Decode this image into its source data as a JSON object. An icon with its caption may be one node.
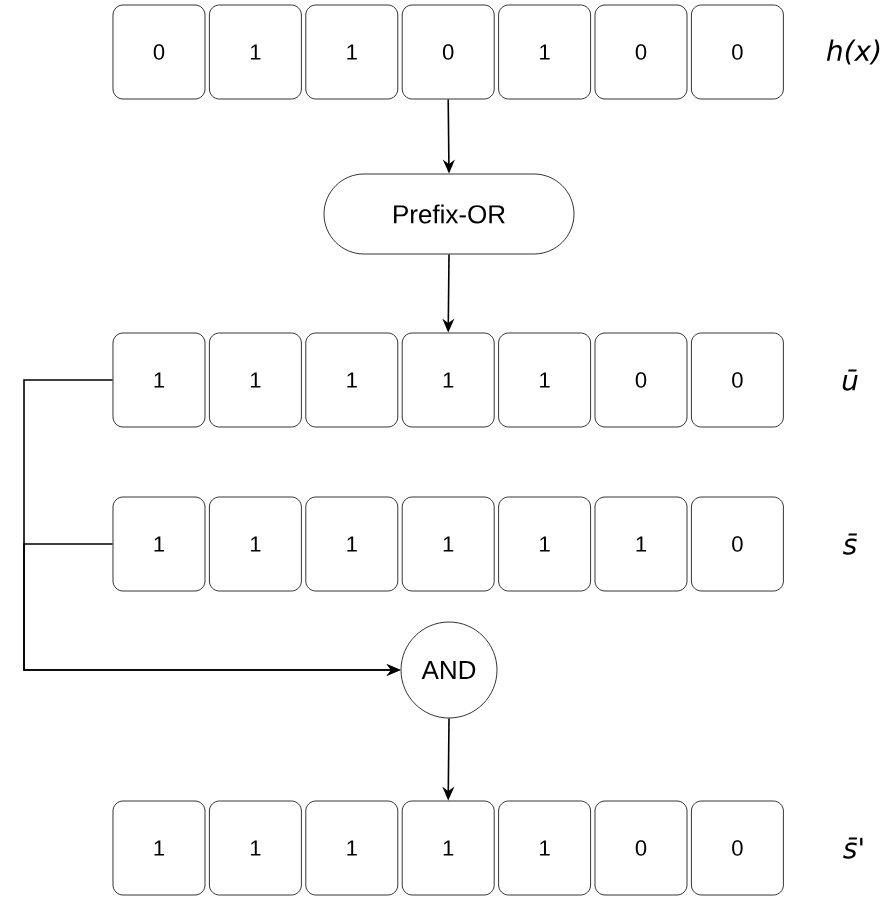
{
  "diagram": {
    "nodes": [
      {
        "text": [
          "0"
        ]
      },
      {
        "text": [
          "1"
        ]
      },
      {
        "text": [
          "1"
        ]
      },
      {
        "text": [
          "0"
        ]
      },
      {
        "text": [
          "1"
        ]
      },
      {
        "text": [
          "0"
        ]
      },
      {
        "text": [
          "0"
        ]
      },
      {
        "text": [
          "Prefix-OR"
        ]
      },
      {
        "text": [
          "1"
        ]
      },
      {
        "text": [
          "1"
        ]
      },
      {
        "text": [
          "1"
        ]
      },
      {
        "text": [
          "1"
        ]
      },
      {
        "text": [
          "1"
        ]
      },
      {
        "text": [
          "0"
        ]
      },
      {
        "text": [
          "0"
        ]
      },
      {
        "text": [
          "1"
        ]
      },
      {
        "text": [
          "1"
        ]
      },
      {
        "text": [
          "1"
        ]
      },
      {
        "text": [
          "1"
        ]
      },
      {
        "text": [
          "1"
        ]
      },
      {
        "text": [
          "1"
        ]
      },
      {
        "text": [
          "0"
        ]
      },
      {
        "text": [
          "AND"
        ]
      },
      {
        "text": [
          "1"
        ]
      },
      {
        "text": [
          "1"
        ]
      },
      {
        "text": [
          "1"
        ]
      },
      {
        "text": [
          "1"
        ]
      },
      {
        "text": [
          "1"
        ]
      },
      {
        "text": [
          "0"
        ]
      },
      {
        "text": [
          "0"
        ]
      }
    ],
    "edges": [
      {
        "from": 3,
        "to": 7,
        "arrow": "to"
      },
      {
        "from": 7,
        "to": 11,
        "arrow": "to"
      },
      {
        "from": 8,
        "to": 22,
        "arrow": "to"
      },
      {
        "from": 15,
        "to": 22,
        "arrow": "to"
      },
      {
        "from": 22,
        "to": 26,
        "arrow": "to"
      }
    ],
    "labels": [
      "h(x)",
      "ū",
      "s̄",
      "s̄'"
    ]
  }
}
